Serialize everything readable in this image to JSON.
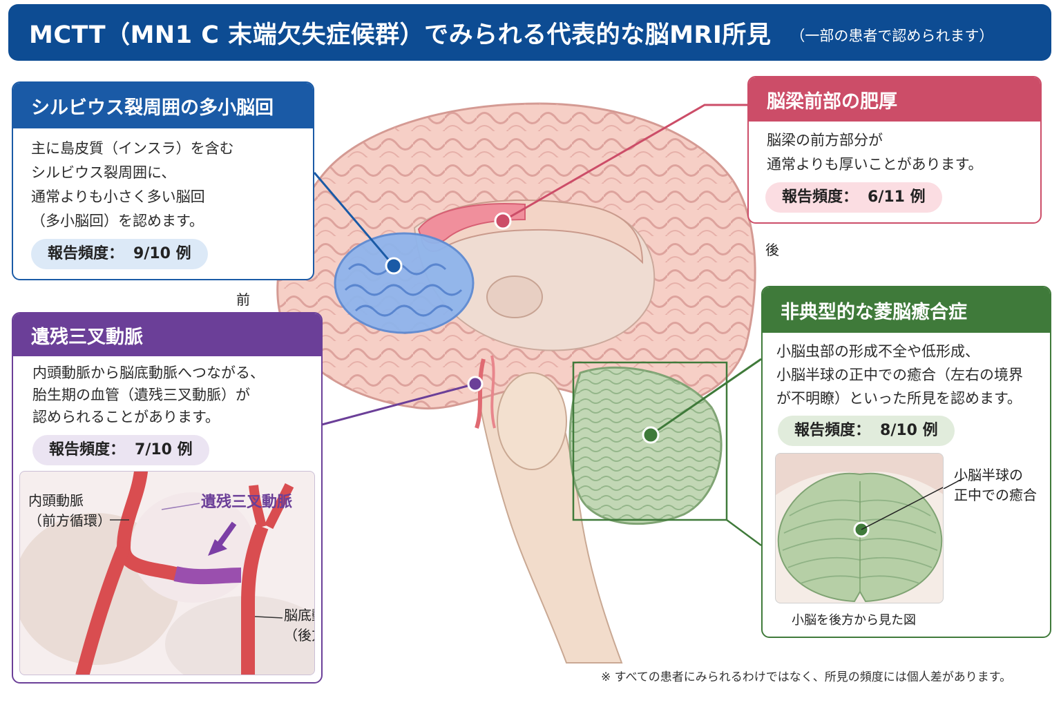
{
  "title": {
    "main": "MCTT（MN1 C 末端欠失症候群）でみられる代表的な脳MRI所見",
    "sub": "（一部の患者で認められます）"
  },
  "colors": {
    "title_bg": "#0d4c93",
    "polymicrogyria": "#1a5aa6",
    "corpus_callosum": "#cc4d68",
    "trigeminal_artery": "#6b3f98",
    "rhombencephalosynapsis": "#3f7a3a"
  },
  "directions": {
    "anterior": "前",
    "posterior": "後"
  },
  "cards": {
    "polymicrogyria": {
      "heading": "シルビウス裂周囲の多小脳回",
      "lines": [
        "主に島皮質（インスラ）を含む",
        "シルビウス裂周囲に、",
        "通常よりも小さく多い脳回",
        "（多小脳回）を認めます。"
      ],
      "freq_label": "報告頻度：",
      "freq_value": "9/10 例"
    },
    "corpus_callosum": {
      "heading": "脳梁前部の肥厚",
      "lines": [
        "脳梁の前方部分が",
        "通常よりも厚いことがあります。"
      ],
      "freq_label": "報告頻度：",
      "freq_value": "6/11 例"
    },
    "trigeminal_artery": {
      "heading": "遺残三叉動脈",
      "lines": [
        "内頭動脈から脳底動脈へつながる、",
        "胎生期の血管（遺残三叉動脈）が",
        "認められることがあります。"
      ],
      "freq_label": "報告頻度：",
      "freq_value": "7/10 例",
      "inset": {
        "ica_label": [
          "内頭動脈",
          "（前方循環）"
        ],
        "pta_label": "遺残三叉動脈",
        "ba_label": [
          "脳底動脈",
          "（後方循環）"
        ]
      }
    },
    "rhombencephalosynapsis": {
      "heading": "非典型的な菱脳癒合症",
      "lines": [
        "小脳虫部の形成不全や低形成、",
        "小脳半球の正中での癒合（左右の境界",
        "が不明瞭）といった所見を認めます。"
      ],
      "freq_label": "報告頻度：",
      "freq_value": "8/10 例",
      "inset": {
        "fusion_label": [
          "小脳半球の",
          "正中での癒合"
        ],
        "caption": "小脳を後方から見た図"
      }
    }
  },
  "footnote": "※ すべての患者にみられるわけではなく、所見の頻度には個人差があります。"
}
